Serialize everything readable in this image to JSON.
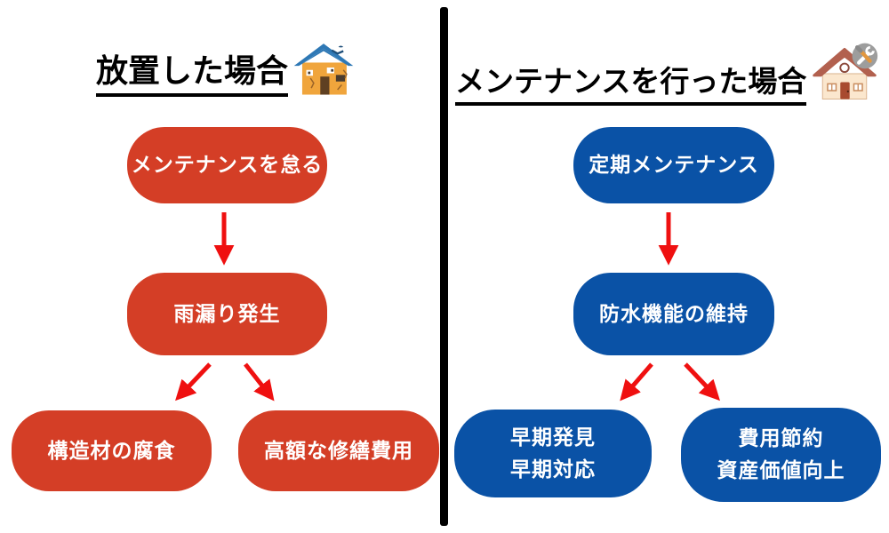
{
  "colors": {
    "negative": "#d43e26",
    "positive": "#0a52a6",
    "arrow": "#ef1010",
    "divider": "#000000",
    "title": "#000000"
  },
  "left": {
    "title": "放置した場合",
    "icon": "damaged-house-icon",
    "nodes": {
      "n1": "メンテナンスを怠る",
      "n2": "雨漏り発生",
      "n3": "構造材の腐食",
      "n4": "高額な修繕費用"
    }
  },
  "right": {
    "title": "メンテナンスを行った場合",
    "icon": "house-with-tools-icon",
    "nodes": {
      "n1": "定期メンテナンス",
      "n2": "防水機能の維持",
      "n3_line1": "早期発見",
      "n3_line2": "早期対応",
      "n4_line1": "費用節約",
      "n4_line2": "資産価値向上"
    }
  }
}
